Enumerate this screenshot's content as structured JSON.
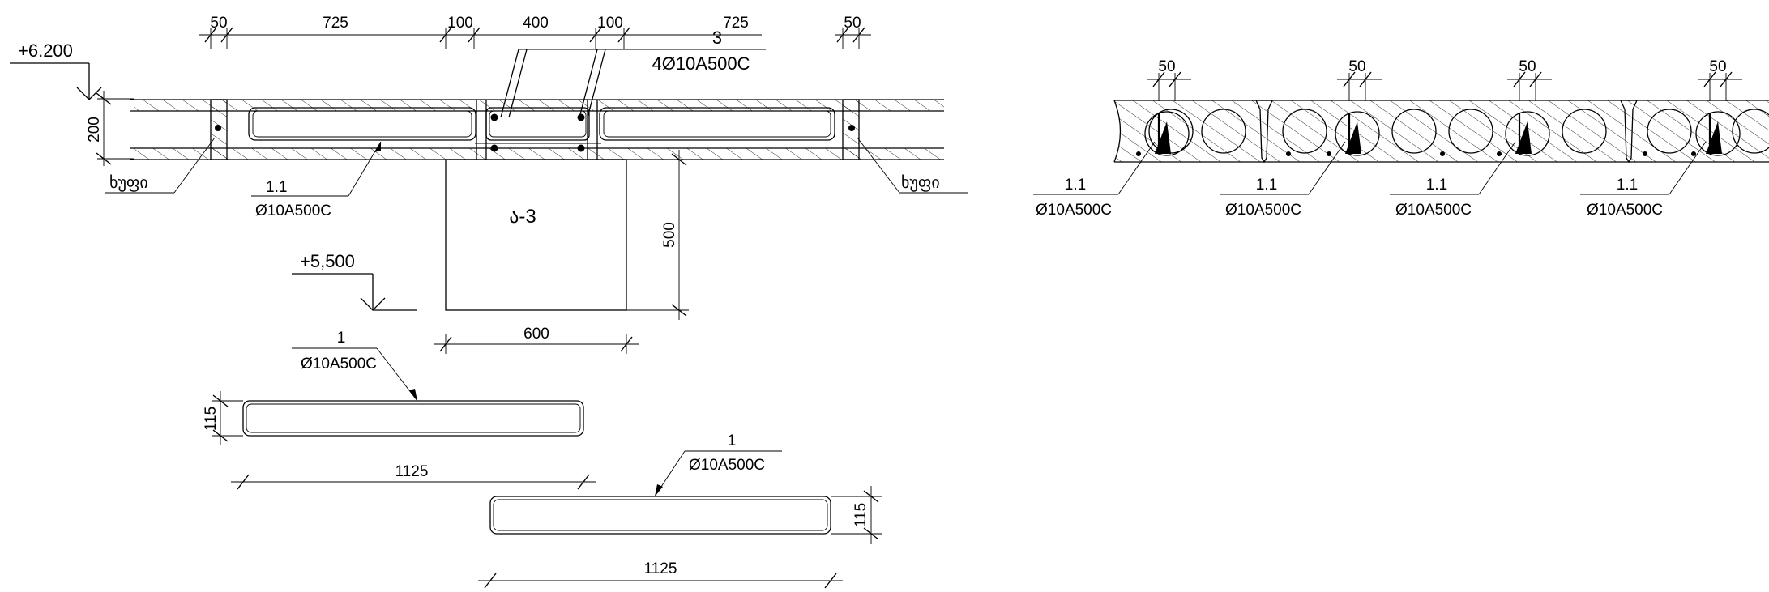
{
  "section": {
    "top_dims": [
      "50",
      "725",
      "100",
      "400",
      "100",
      "725",
      "50"
    ],
    "elev_top": "+6.200",
    "elev_bottom": "+5,500",
    "slab_thickness": "200",
    "beam_depth": "500",
    "beam_width": "600",
    "beam_label": "ა-3",
    "rebar_top_mark": "3",
    "rebar_top_spec": "4Ø10A500C",
    "slab_rebar_mark": "1.1",
    "slab_rebar_spec": "Ø10A500C",
    "left_note": "ხუფი",
    "right_note": "ხუფი"
  },
  "stirrups": [
    {
      "mark": "1",
      "spec": "Ø10A500C",
      "length": "1125",
      "height": "115"
    },
    {
      "mark": "1",
      "spec": "Ø10A500C",
      "length": "1125",
      "height": "115"
    }
  ],
  "hollow_slab": {
    "joint_dims": [
      "50",
      "50",
      "50",
      "50"
    ],
    "labels": [
      {
        "mark": "1.1",
        "spec": "Ø10A500C"
      },
      {
        "mark": "1.1",
        "spec": "Ø10A500C"
      },
      {
        "mark": "1.1",
        "spec": "Ø10A500C"
      },
      {
        "mark": "1.1",
        "spec": "Ø10A500C"
      }
    ]
  }
}
